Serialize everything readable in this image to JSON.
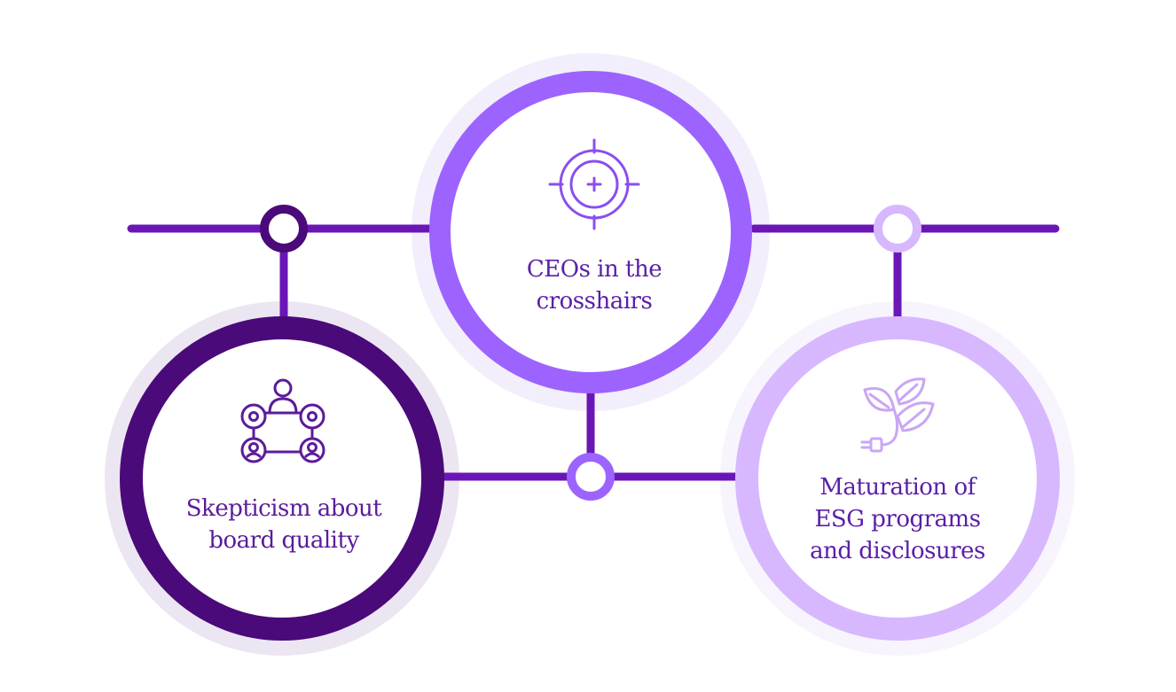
{
  "colors": {
    "line": "#6a16b6",
    "dark_purple": "#4a0a7a",
    "mid_purple": "#9d63ff",
    "light_purple": "#d7b8ff",
    "halo_dark": "#ece6f2",
    "halo_mid": "#f3eefb",
    "halo_light": "#f8f4fd",
    "text_purple": "#5a1fa8",
    "icon_purple": "#8a4ef0",
    "icon_light": "#c9a6f5"
  },
  "nodes": {
    "ceo": {
      "icon": "crosshair-icon",
      "lines": [
        "CEOs in the",
        "crosshairs"
      ]
    },
    "board": {
      "icon": "board-network-icon",
      "lines": [
        "Skepticism about",
        "board quality"
      ]
    },
    "esg": {
      "icon": "leaf-plug-icon",
      "lines": [
        "Maturation of",
        "ESG programs",
        "and disclosures"
      ]
    }
  }
}
